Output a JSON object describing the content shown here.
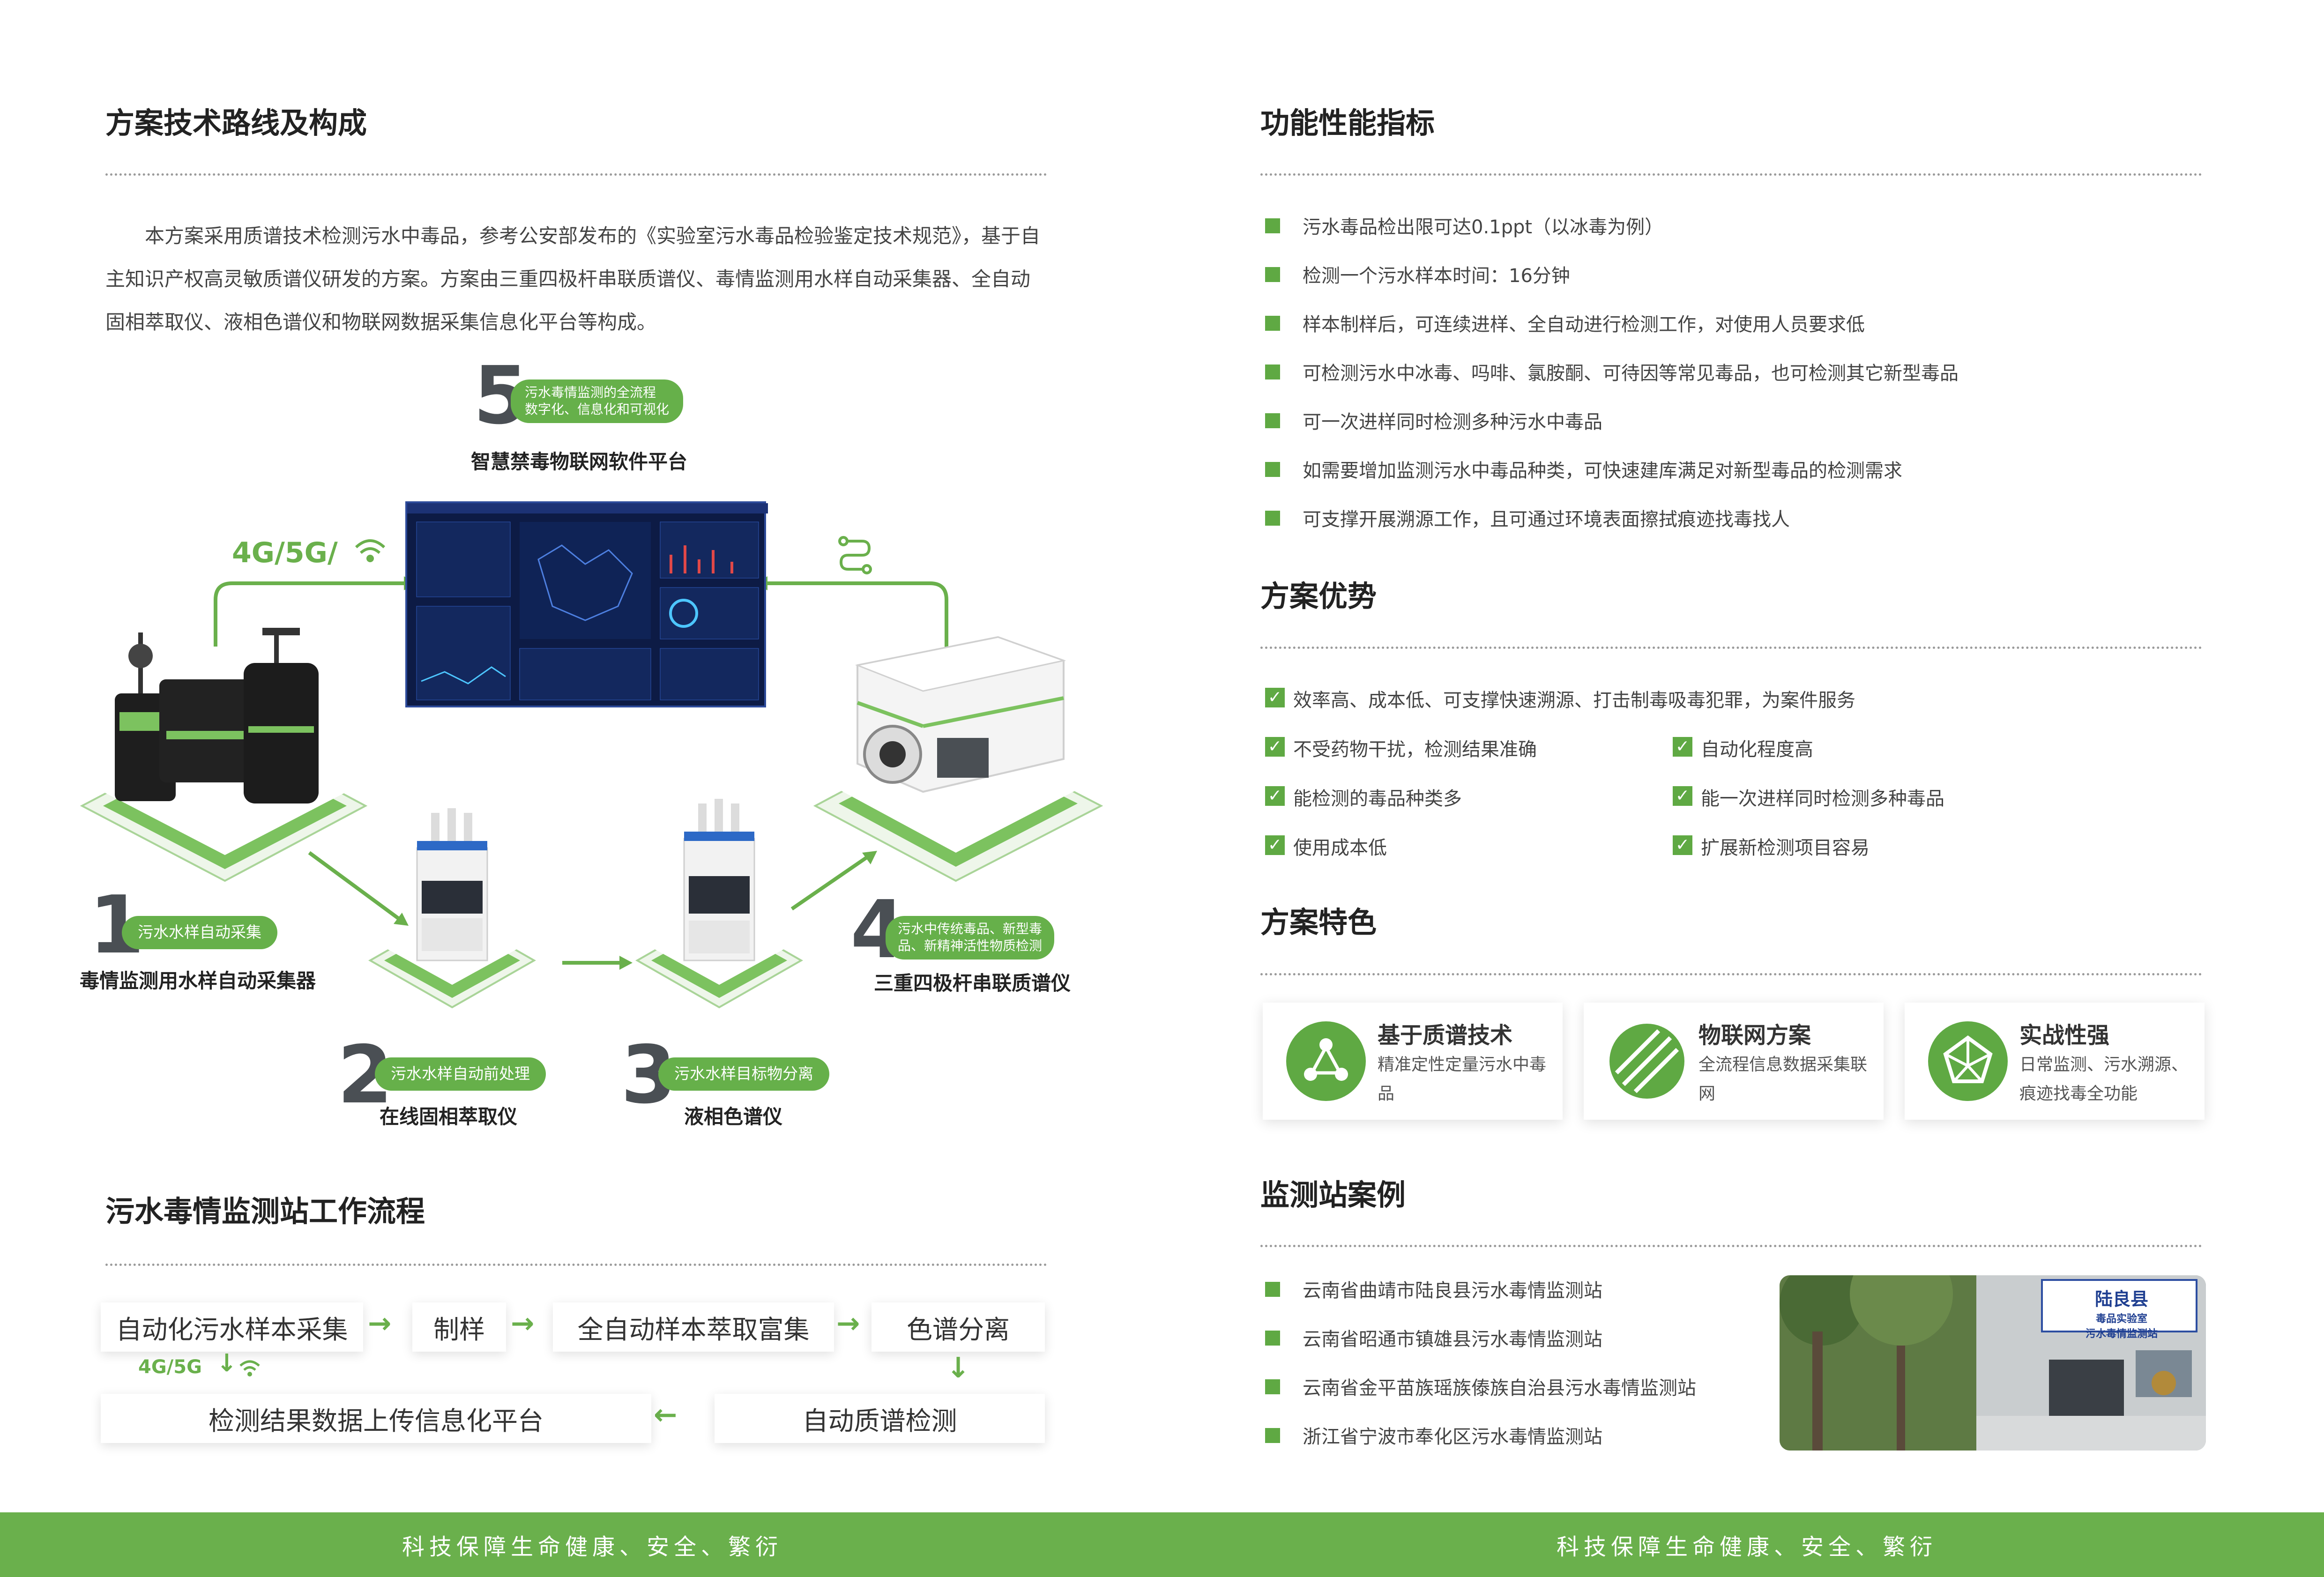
{
  "left": {
    "section1_title": "方案技术路线及构成",
    "intro_text": "本方案采用质谱技术检测污水中毒品，参考公安部发布的《实验室污水毒品检验鉴定技术规范》，基于自主知识产权高灵敏质谱仪研发的方案。方案由三重四极杆串联质谱仪、毒情监测用水样自动采集器、全自动固相萃取仪、液相色谱仪和物联网数据采集信息化平台等构成。",
    "diagram": {
      "network_label": "4G/5G/",
      "stages": [
        {
          "number": "1",
          "tag": "污水水样自动采集",
          "name": "毒情监测用水样自动采集器"
        },
        {
          "number": "2",
          "tag": "污水水样自动前处理",
          "name": "在线固相萃取仪"
        },
        {
          "number": "3",
          "tag": "污水水样目标物分离",
          "name": "液相色谱仪"
        },
        {
          "number": "4",
          "tag": "污水中传统毒品、新型毒品、新精神活性物质检测",
          "tag_line1": "污水中传统毒品、新型毒",
          "tag_line2": "品、新精神活性物质检测",
          "name": "三重四极杆串联质谱仪"
        },
        {
          "number": "5",
          "tag": "污水毒情监测的全流程数字化、信息化和可视化",
          "tag_line1": "污水毒情监测的全流程",
          "tag_line2": "数字化、信息化和可视化",
          "name": "智慧禁毒物联网软件平台"
        }
      ]
    },
    "section2_title": "污水毒情监测站工作流程",
    "workflow": {
      "step1": "自动化污水样本采集",
      "step2": "制样",
      "step3": "全自动样本萃取富集",
      "step4": "色谱分离",
      "step5": "自动质谱检测",
      "step6": "检测结果数据上传信息化平台",
      "network_label": "4G/5G"
    }
  },
  "right": {
    "perf_title": "功能性能指标",
    "perf_items": [
      "污水毒品检出限可达0.1ppt（以冰毒为例）",
      "检测一个污水样本时间：16分钟",
      "样本制样后，可连续进样、全自动进行检测工作，对使用人员要求低",
      "可检测污水中冰毒、吗啡、氯胺酮、可待因等常见毒品，也可检测其它新型毒品",
      "可一次进样同时检测多种污水中毒品",
      "如需要增加监测污水中毒品种类，可快速建库满足对新型毒品的检测需求",
      "可支撑开展溯源工作，且可通过环境表面擦拭痕迹找毒找人"
    ],
    "adv_title": "方案优势",
    "adv_items": [
      "效率高、成本低、可支撑快速溯源、打击制毒吸毒犯罪，为案件服务",
      "不受药物干扰，检测结果准确",
      "自动化程度高",
      "能检测的毒品种类多",
      "能一次进样同时检测多种毒品",
      "使用成本低",
      "扩展新检测项目容易"
    ],
    "feat_title": "方案特色",
    "features": [
      {
        "title": "基于质谱技术",
        "desc": "精准定性定量污水中毒品"
      },
      {
        "title": "物联网方案",
        "desc": "全流程信息数据采集联网"
      },
      {
        "title": "实战性强",
        "desc": "日常监测、污水溯源、痕迹找毒全功能"
      }
    ],
    "case_title": "监测站案例",
    "cases": [
      "云南省曲靖市陆良县污水毒情监测站",
      "云南省昭通市镇雄县污水毒情监测站",
      "云南省金平苗族瑶族傣族自治县污水毒情监测站",
      "浙江省宁波市奉化区污水毒情监测站"
    ],
    "photo_sign_line1": "陆良县",
    "photo_sign_line2": "毒品实验室",
    "photo_sign_line3": "污水毒情监测站"
  },
  "footer": {
    "slogan_left": "科技保障生命健康、安全、繁衍",
    "slogan_right": "科技保障生命健康、安全、繁衍"
  },
  "colors": {
    "accent": "#6ab04c",
    "dark_number": "#4a4f54",
    "screen_bg": "#0d1b45"
  }
}
